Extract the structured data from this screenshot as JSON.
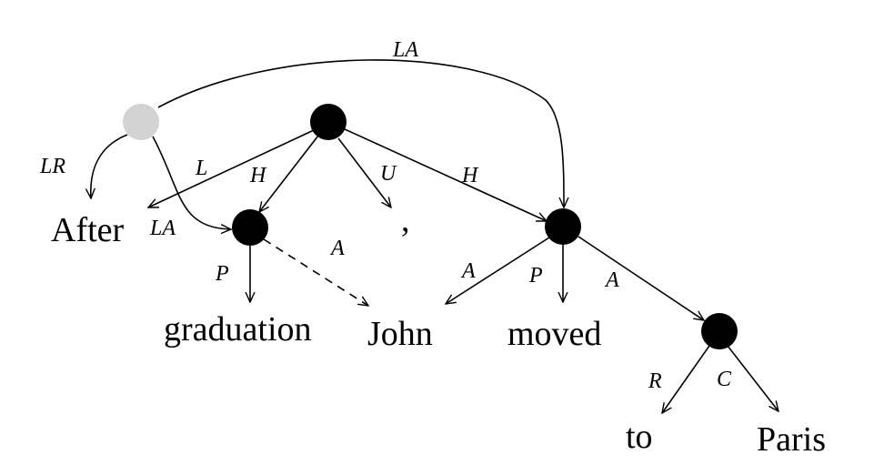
{
  "words": {
    "after": "After",
    "graduation": "graduation",
    "comma": ",",
    "john": "John",
    "moved": "moved",
    "to": "to",
    "paris": "Paris"
  },
  "edge_labels": {
    "top_la": "LA",
    "lr": "LR",
    "la_side": "LA",
    "l": "L",
    "h_left": "H",
    "u": "U",
    "h_right": "H",
    "p_grad": "P",
    "a_dashed": "A",
    "a_john": "A",
    "p_moved": "P",
    "a_paris": "A",
    "r": "R",
    "c": "C"
  },
  "colors": {
    "node": "#000000",
    "implicit_node": "#d3d3d3",
    "line": "#000000"
  }
}
